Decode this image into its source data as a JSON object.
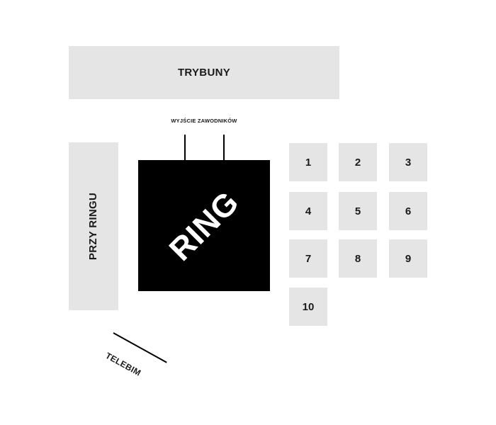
{
  "venue_map": {
    "stands": "TRYBUNY",
    "ringside": "PRZY RINGU",
    "ring": "RING",
    "fighters_exit": "WYJŚCIE ZAWODNIKÓW",
    "screen": "TELEBIM",
    "tables": [
      "1",
      "2",
      "3",
      "4",
      "5",
      "6",
      "7",
      "8",
      "9",
      "10"
    ]
  },
  "colors": {
    "zone_fill": "#e6e5e6",
    "ring_fill": "#000000",
    "ring_text": "#ffffff",
    "text": "#1a1a1a"
  }
}
